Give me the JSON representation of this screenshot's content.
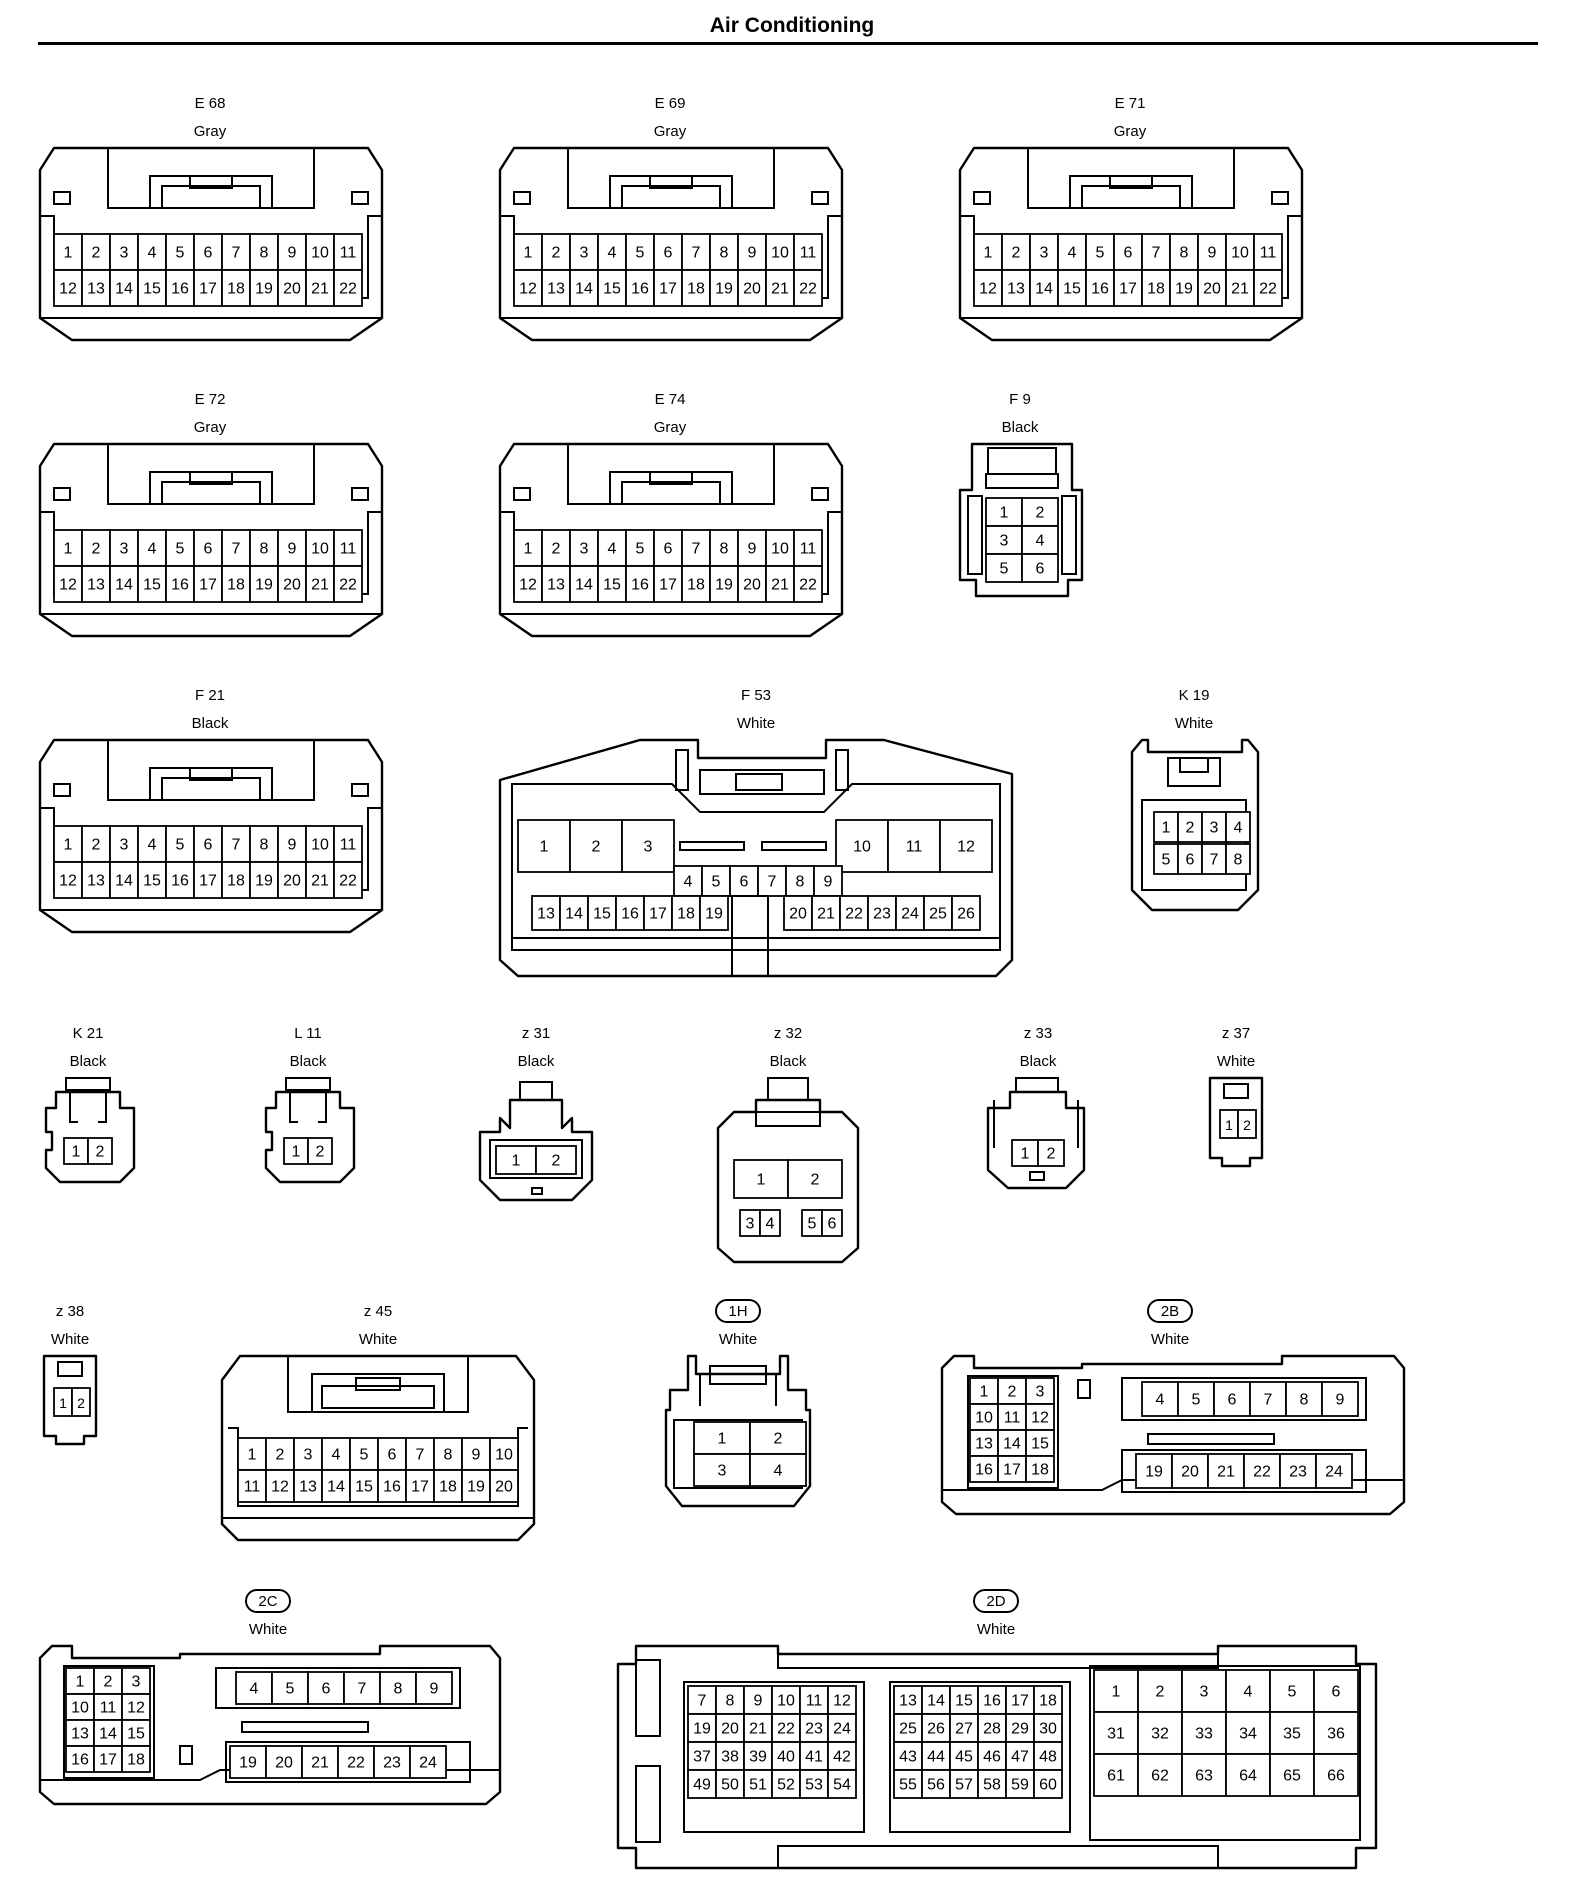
{
  "title": "Air Conditioning",
  "connectors": [
    {
      "id": "E 68",
      "color": "Gray"
    },
    {
      "id": "E 69",
      "color": "Gray"
    },
    {
      "id": "E 71",
      "color": "Gray"
    },
    {
      "id": "E 72",
      "color": "Gray"
    },
    {
      "id": "E 74",
      "color": "Gray"
    },
    {
      "id": "F 9",
      "color": "Black"
    },
    {
      "id": "F 21",
      "color": "Black"
    },
    {
      "id": "F 53",
      "color": "White"
    },
    {
      "id": "K 19",
      "color": "White"
    },
    {
      "id": "K 21",
      "color": "Black"
    },
    {
      "id": "L 11",
      "color": "Black"
    },
    {
      "id": "z 31",
      "color": "Black"
    },
    {
      "id": "z 32",
      "color": "Black"
    },
    {
      "id": "z 33",
      "color": "Black"
    },
    {
      "id": "z 37",
      "color": "White"
    },
    {
      "id": "z 38",
      "color": "White"
    },
    {
      "id": "z 45",
      "color": "White"
    },
    {
      "id": "1H",
      "color": "White",
      "circled": true
    },
    {
      "id": "2B",
      "color": "White",
      "circled": true
    },
    {
      "id": "2C",
      "color": "White",
      "circled": true
    },
    {
      "id": "2D",
      "color": "White",
      "circled": true
    }
  ]
}
